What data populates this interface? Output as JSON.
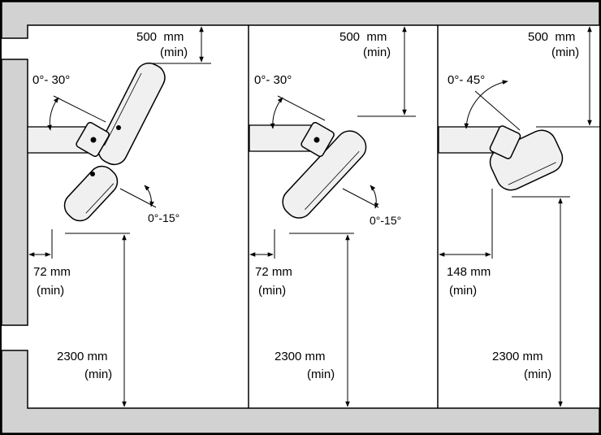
{
  "colors": {
    "wall": "#d2d2d2",
    "heater": "#f0f0f0",
    "stroke": "#000000",
    "background": "#ffffff"
  },
  "panels": [
    {
      "ceiling_clearance": "500  mm",
      "ceiling_min": "(min)",
      "tilt_range": "0°- 30°",
      "secondary_tilt": "0°-15°",
      "wall_clearance": "72 mm",
      "wall_min": "(min)",
      "floor_clearance": "2300 mm",
      "floor_min": "(min)",
      "heads": 2
    },
    {
      "ceiling_clearance": "500  mm",
      "ceiling_min": "(min)",
      "tilt_range": "0°- 30°",
      "secondary_tilt": "0°-15°",
      "wall_clearance": "72 mm",
      "wall_min": "(min)",
      "floor_clearance": "2300 mm",
      "floor_min": "(min)",
      "heads": 1
    },
    {
      "ceiling_clearance": "500  mm",
      "ceiling_min": "(min)",
      "tilt_range": "0°- 45°",
      "wall_clearance": "148 mm",
      "wall_min": "(min)",
      "floor_clearance": "2300 mm",
      "floor_min": "(min)",
      "heads": 1
    }
  ]
}
